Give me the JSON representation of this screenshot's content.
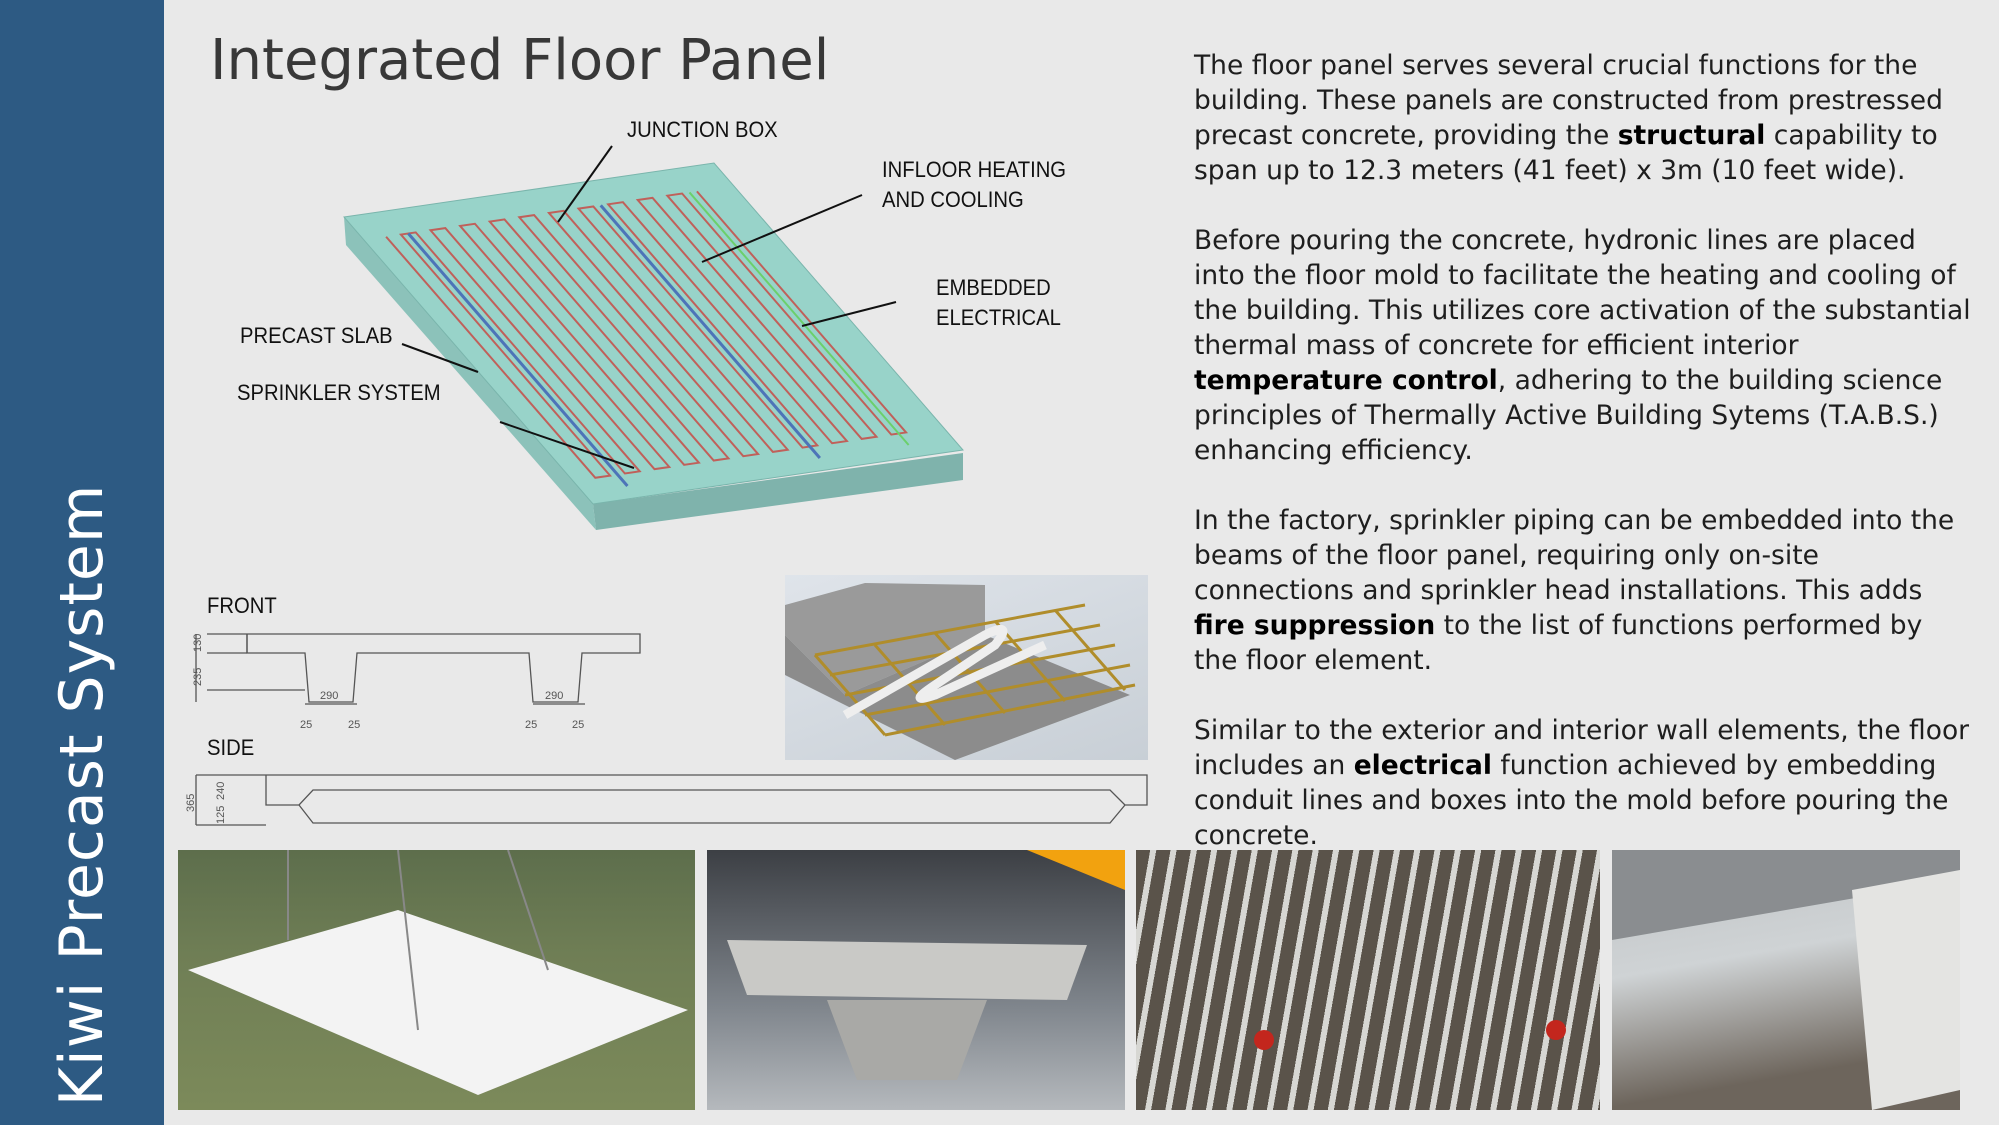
{
  "sidebar": {
    "title": "Kiwi Precast System",
    "color": "#2d5a83"
  },
  "title": "Integrated Floor Panel",
  "diagram": {
    "labels": {
      "junction_box": "JUNCTION BOX",
      "infloor_1": "INFLOOR HEATING",
      "infloor_2": "AND COOLING",
      "embedded_1": "EMBEDDED",
      "embedded_2": "ELECTRICAL",
      "precast_slab": "PRECAST SLAB",
      "sprinkler": "SPRINKLER SYSTEM"
    }
  },
  "sections": {
    "front": "FRONT",
    "side": "SIDE",
    "front_dims": [
      "130",
      "235",
      "290",
      "290",
      "25",
      "25",
      "25",
      "25"
    ],
    "side_dims": [
      "365",
      "240",
      "125"
    ]
  },
  "paragraphs": [
    [
      "The floor panel serves several crucial functions for the building. These panels are constructed from prestressed precast concrete, providing the ",
      "structural",
      " capability to span up to 12.3 meters (41 feet) x 3m (10 feet wide)."
    ],
    [
      "Before pouring the concrete, hydronic lines are placed into the floor mold to facilitate the heating and cooling of the building. This utilizes core activation of the substantial thermal mass of concrete for efficient interior ",
      "temperature control",
      ", adhering to the building science principles of Thermally Active Building Sytems (T.A.B.S.) enhancing efficiency."
    ],
    [
      "In the factory, sprinkler piping can be embedded into the beams of the floor panel, requiring only on-site connections and sprinkler head installations. This adds ",
      "fire suppression",
      " to the list of functions performed by the floor element."
    ],
    [
      "Similar to the exterior and interior wall elements, the floor includes an ",
      "electrical",
      " function achieved by embedding conduit lines and boxes into the mold before pouring the concrete."
    ]
  ]
}
